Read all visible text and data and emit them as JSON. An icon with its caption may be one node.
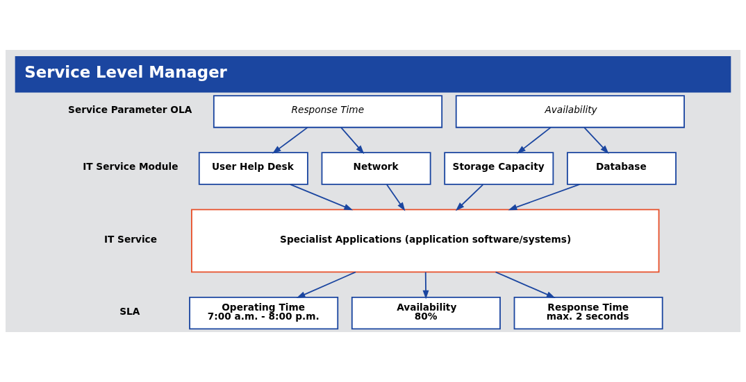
{
  "diagram": {
    "title": "Service Level Manager",
    "nodes": [
      {
        "text": [
          "Response Time"
        ]
      },
      {
        "text": [
          "Availability"
        ]
      },
      {
        "text": [
          "User Help Desk"
        ]
      },
      {
        "text": [
          "Network"
        ]
      },
      {
        "text": [
          "Storage Capacity"
        ]
      },
      {
        "text": [
          "Database"
        ]
      },
      {
        "text": [
          "Specialist Applications (application software/systems)"
        ]
      },
      {
        "text": [
          "Operating Time",
          "7:00 a.m. - 8:00 p.m."
        ]
      },
      {
        "text": [
          "Availability",
          "80%"
        ]
      },
      {
        "text": [
          "Response Time",
          "max. 2 seconds"
        ]
      }
    ],
    "edges": [
      {
        "from": 0,
        "to": 2,
        "arrow": "to"
      },
      {
        "from": 0,
        "to": 3,
        "arrow": "to"
      },
      {
        "from": 1,
        "to": 4,
        "arrow": "to"
      },
      {
        "from": 1,
        "to": 5,
        "arrow": "to"
      },
      {
        "from": 2,
        "to": 6,
        "arrow": "to"
      },
      {
        "from": 3,
        "to": 6,
        "arrow": "to"
      },
      {
        "from": 4,
        "to": 6,
        "arrow": "to"
      },
      {
        "from": 5,
        "to": 6,
        "arrow": "to"
      },
      {
        "from": 6,
        "to": 7,
        "arrow": "to"
      },
      {
        "from": 6,
        "to": 8,
        "arrow": "to"
      },
      {
        "from": 6,
        "to": 9,
        "arrow": "to"
      }
    ],
    "labels": [
      "Service Parameter OLA",
      "IT Service Module",
      "IT Service",
      "SLA"
    ]
  }
}
